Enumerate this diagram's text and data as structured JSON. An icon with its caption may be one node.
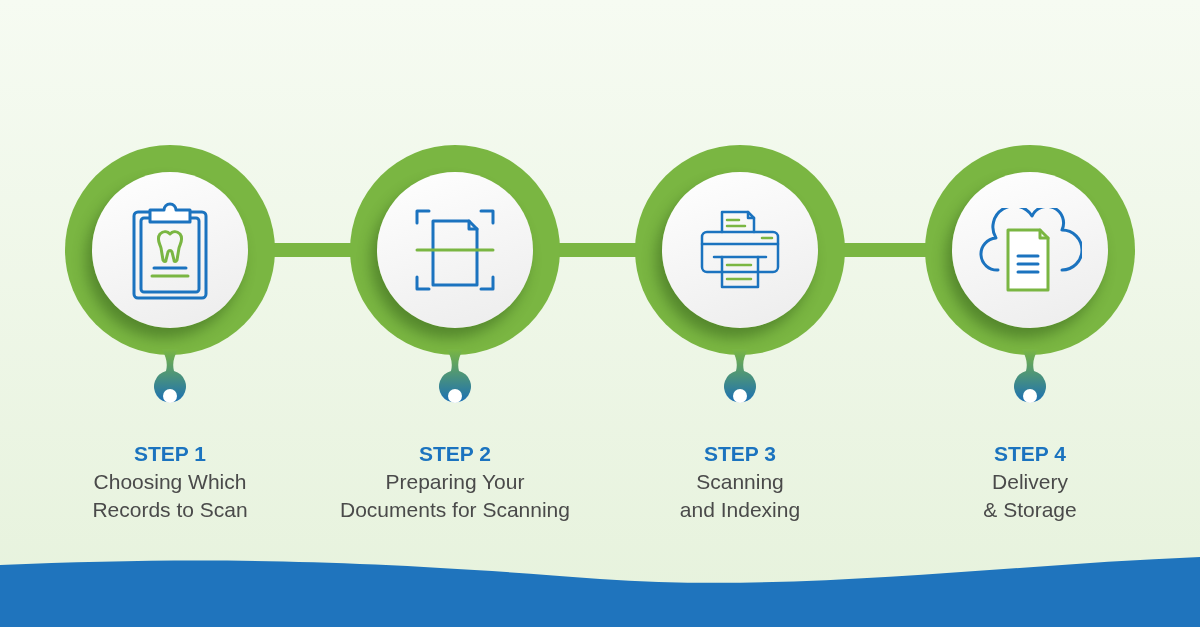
{
  "diagram": {
    "nodes": [
      {
        "text": [],
        "shape": "circle",
        "beside": [
          "STEP 1",
          "Choosing Which Records to Scan"
        ]
      },
      {
        "text": [],
        "shape": "circle",
        "beside": [
          "STEP 2",
          "Preparing Your Documents for Scanning"
        ]
      },
      {
        "text": [],
        "shape": "circle",
        "beside": [
          "STEP 3",
          "Scanning and Indexing"
        ]
      },
      {
        "text": [],
        "shape": "circle",
        "beside": [
          "STEP 4",
          "Delivery & Storage"
        ]
      }
    ],
    "edges": [
      {
        "from": 0,
        "to": 1,
        "arrow": "none"
      },
      {
        "from": 1,
        "to": 2,
        "arrow": "none"
      },
      {
        "from": 2,
        "to": 3,
        "arrow": "none"
      }
    ]
  }
}
